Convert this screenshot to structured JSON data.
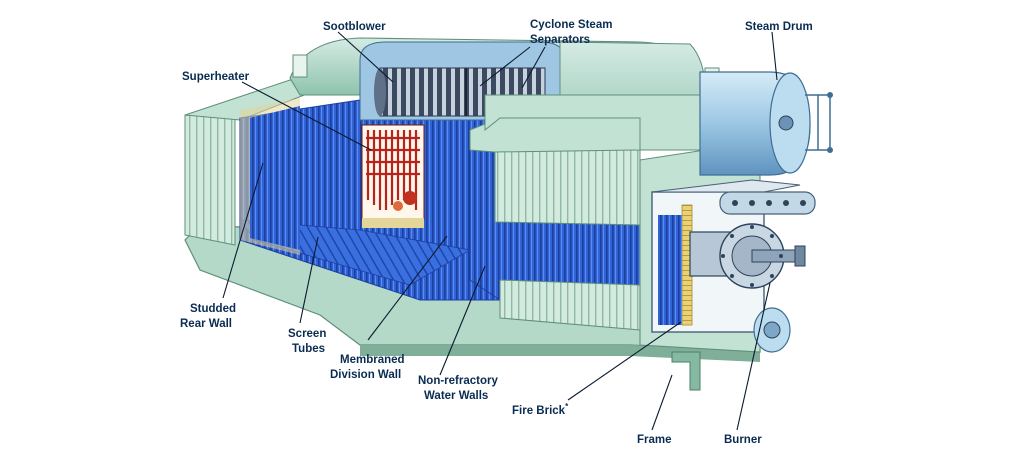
{
  "labels": {
    "sootblower": "Sootblower",
    "cyclone_line1": "Cyclone Steam",
    "cyclone_line2": "Separators",
    "steam_drum": "Steam Drum",
    "superheater": "Superheater",
    "studded_line1": "Studded",
    "studded_line2": "Rear Wall",
    "screen_line1": "Screen",
    "screen_line2": "Tubes",
    "membraned_line1": "Membraned",
    "membraned_line2": "Division Wall",
    "nonref_line1": "Non-refractory",
    "nonref_line2": "Water Walls",
    "fire_brick": "Fire Brick",
    "fire_brick_mark": "*",
    "frame": "Frame",
    "burner": "Burner"
  },
  "colors": {
    "casing": "#c2e3d3",
    "casing_dark": "#8fc3ad",
    "tube_blue": "#2f63d6",
    "tube_dark": "#1c3f9e",
    "refractory": "#e4d59a",
    "superheater_red": "#b8231c",
    "drum": "#a9cde6",
    "label_text": "#0a2b52"
  }
}
